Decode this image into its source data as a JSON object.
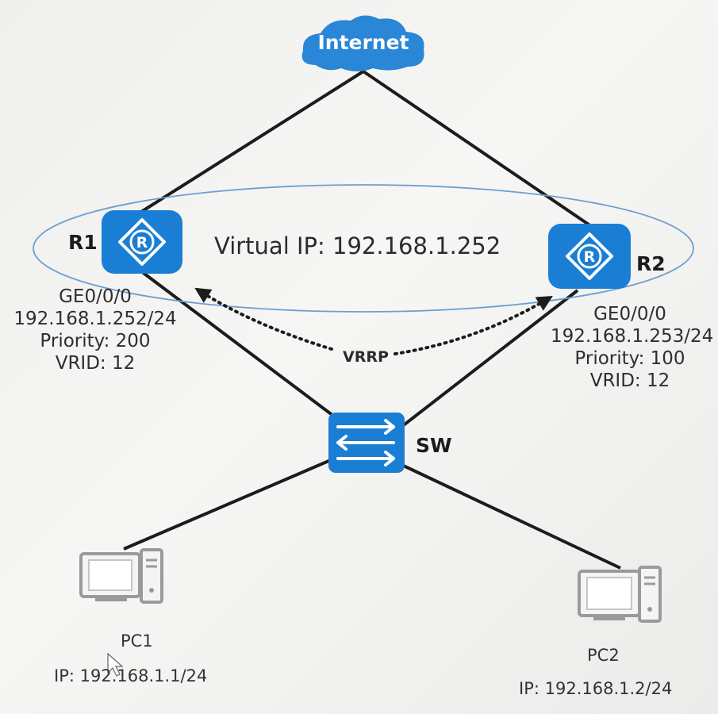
{
  "internet": {
    "label": "Internet"
  },
  "virtual_ip": {
    "text": "Virtual IP: 192.168.1.252"
  },
  "vrrp": {
    "label": "VRRP"
  },
  "r1": {
    "name": "R1",
    "interface": "GE0/0/0",
    "ip": "192.168.1.252/24",
    "priority": "Priority: 200",
    "vrid": "VRID: 12",
    "icon": "router-icon"
  },
  "r2": {
    "name": "R2",
    "interface": "GE0/0/0",
    "ip": "192.168.1.253/24",
    "priority": "Priority: 100",
    "vrid": "VRID: 12",
    "icon": "router-icon"
  },
  "sw": {
    "name": "SW",
    "icon": "switch-icon"
  },
  "pc1": {
    "name": "PC1",
    "ip": "IP: 192.168.1.1/24",
    "icon": "computer-icon"
  },
  "pc2": {
    "name": "PC2",
    "ip": "IP: 192.168.1.2/24",
    "icon": "computer-icon"
  },
  "colors": {
    "device_blue": "#1a7fd4",
    "cloud_blue": "#2a86d6",
    "link": "#1c1c1c",
    "ellipse": "#6a9fd0",
    "pc_gray": "#9a9a9a"
  }
}
